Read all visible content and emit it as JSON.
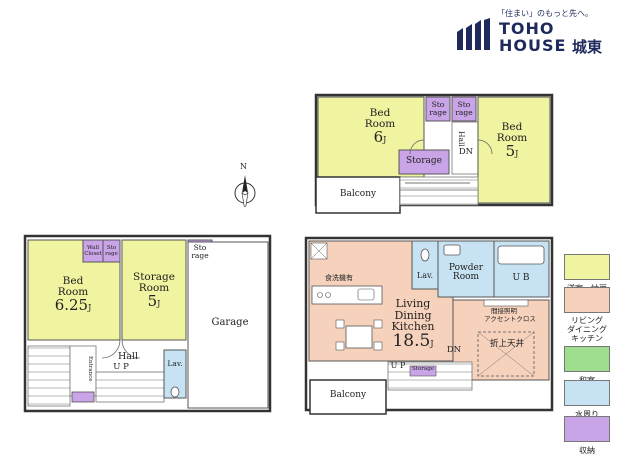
{
  "brand": {
    "tagline": "「住まい」のもっと先へ。",
    "name_line1": "TOHO",
    "name_line2": "HOUSE",
    "branch": "城東",
    "color": "#1f2a5c"
  },
  "compass": {
    "north_label": "N"
  },
  "floor2": {
    "bed_left": {
      "line1": "Bed",
      "line2": "Room",
      "size": "6",
      "unit": "J"
    },
    "bed_right": {
      "line1": "Bed",
      "line2": "Room",
      "size": "5",
      "unit": "J"
    },
    "storage_a": {
      "line1": "Sto",
      "line2": "rage"
    },
    "storage_b": {
      "line1": "Sto",
      "line2": "rage"
    },
    "storage_main": "Storage",
    "hall": "Hall",
    "dn": "DN",
    "balcony": "Balcony"
  },
  "floor1": {
    "bed": {
      "line1": "Bed",
      "line2": "Room",
      "size": "6.25",
      "unit": "J"
    },
    "storage_room": {
      "line1": "Storage",
      "line2": "Room",
      "size": "5",
      "unit": "J"
    },
    "closet_a": "Wall Closet",
    "closet_b": "Sto rage",
    "closet_c": {
      "line1": "Sto",
      "line2": "rage"
    },
    "garage": "Garage",
    "hall": "Hall",
    "up": "U P",
    "entrance": "Entrance",
    "lav": "Lav."
  },
  "floor_main": {
    "ldk": {
      "line1": "Living",
      "line2": "Dining",
      "line3": "Kitchen",
      "size": "18.5",
      "unit": "J"
    },
    "dishwasher": "食洗機有",
    "lav": "Lav.",
    "powder": {
      "line1": "Powder",
      "line2": "Room"
    },
    "ub": "U B",
    "lighting_note": "間接照明",
    "accent_note": "アクセントクロス",
    "ceiling_note": "折上天井",
    "up": "U P",
    "dn": "DN",
    "storage_small": "Storage",
    "balcony": "Balcony"
  },
  "legend": [
    {
      "label": "洋室・納戸",
      "color": "#f0f3a0"
    },
    {
      "label": "リビング\nダイニング\nキッチン",
      "color": "#f6d2bd"
    },
    {
      "label": "和室",
      "color": "#9fde8f"
    },
    {
      "label": "水周り",
      "color": "#c7e3f3"
    },
    {
      "label": "収納",
      "color": "#c9a4e6"
    }
  ]
}
